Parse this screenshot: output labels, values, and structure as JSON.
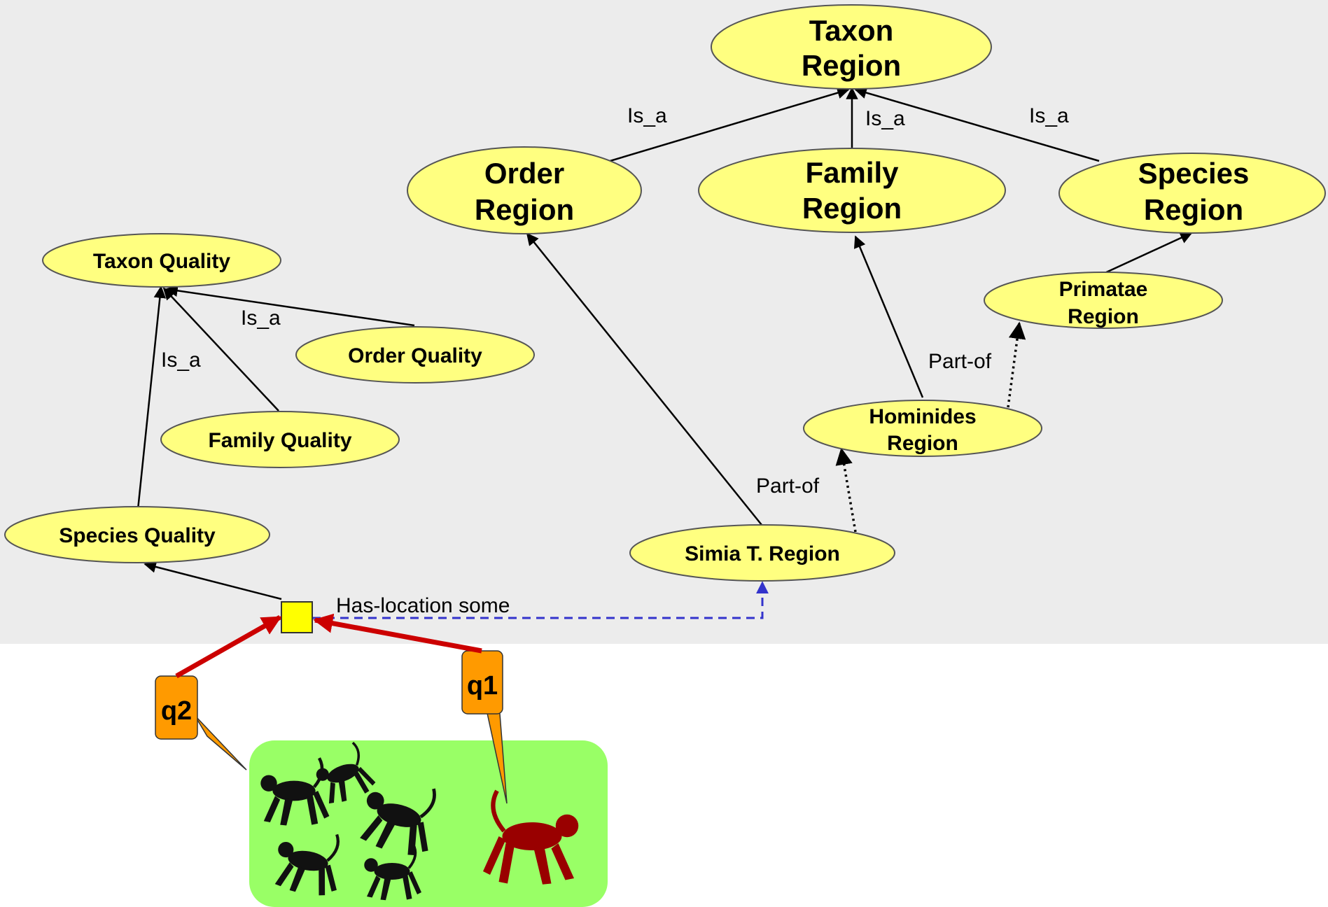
{
  "colors": {
    "background_panel": "#ececec",
    "node_fill": "#ffff80",
    "specimen_square": "#ffff00",
    "callout_fill": "#ff9a00",
    "group_fill": "#99ff66",
    "arrow_red": "#cc0000",
    "dashed_blue": "#3333cc",
    "monkey_black": "#111111",
    "monkey_red": "#990000"
  },
  "nodes": {
    "taxon_region": [
      "Taxon",
      "Region"
    ],
    "order_region": [
      "Order",
      "Region"
    ],
    "family_region": [
      "Family",
      "Region"
    ],
    "species_region": [
      "Species",
      "Region"
    ],
    "primatae_region": [
      "Primatae",
      "Region"
    ],
    "hominides_region": [
      "Hominides",
      "Region"
    ],
    "simia_region": "Simia T. Region",
    "taxon_quality": "Taxon Quality",
    "order_quality": "Order Quality",
    "family_quality": "Family Quality",
    "species_quality": "Species Quality"
  },
  "edge_labels": {
    "is_a_order": "Is_a",
    "is_a_family": "Is_a",
    "is_a_species": "Is_a",
    "is_a_quality_order": "Is_a",
    "is_a_quality_species": "Is_a",
    "part_of_hominides": "Part-of",
    "part_of_simia": "Part-of",
    "has_location": "Has-location some"
  },
  "callouts": {
    "q1": "q1",
    "q2": "q2"
  },
  "icons": {
    "black_monkeys": "monkey-silhouette-icon",
    "red_monkey": "monkey-silhouette-icon"
  }
}
